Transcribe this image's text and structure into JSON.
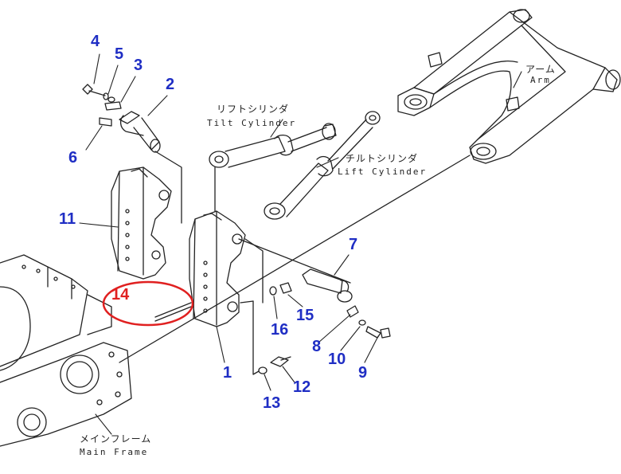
{
  "callouts": {
    "n1": "1",
    "n2": "2",
    "n3": "3",
    "n4": "4",
    "n5": "5",
    "n6": "6",
    "n7": "7",
    "n8": "8",
    "n9": "9",
    "n10": "10",
    "n11": "11",
    "n12": "12",
    "n13": "13",
    "n14": "14",
    "n15": "15",
    "n16": "16"
  },
  "labels": {
    "arm_jp": "アーム",
    "arm_en": "Arm",
    "tilt_jp": "リフトシリンダ",
    "tilt_en": "Tilt Cylinder",
    "lift_jp": "チルトシリンダ",
    "lift_en": "Lift Cylinder",
    "frame_jp": "メインフレーム",
    "frame_en": "Main Frame"
  },
  "colors": {
    "callout": "#1f2ec4",
    "highlight": "#e02020",
    "line": "#222222"
  }
}
